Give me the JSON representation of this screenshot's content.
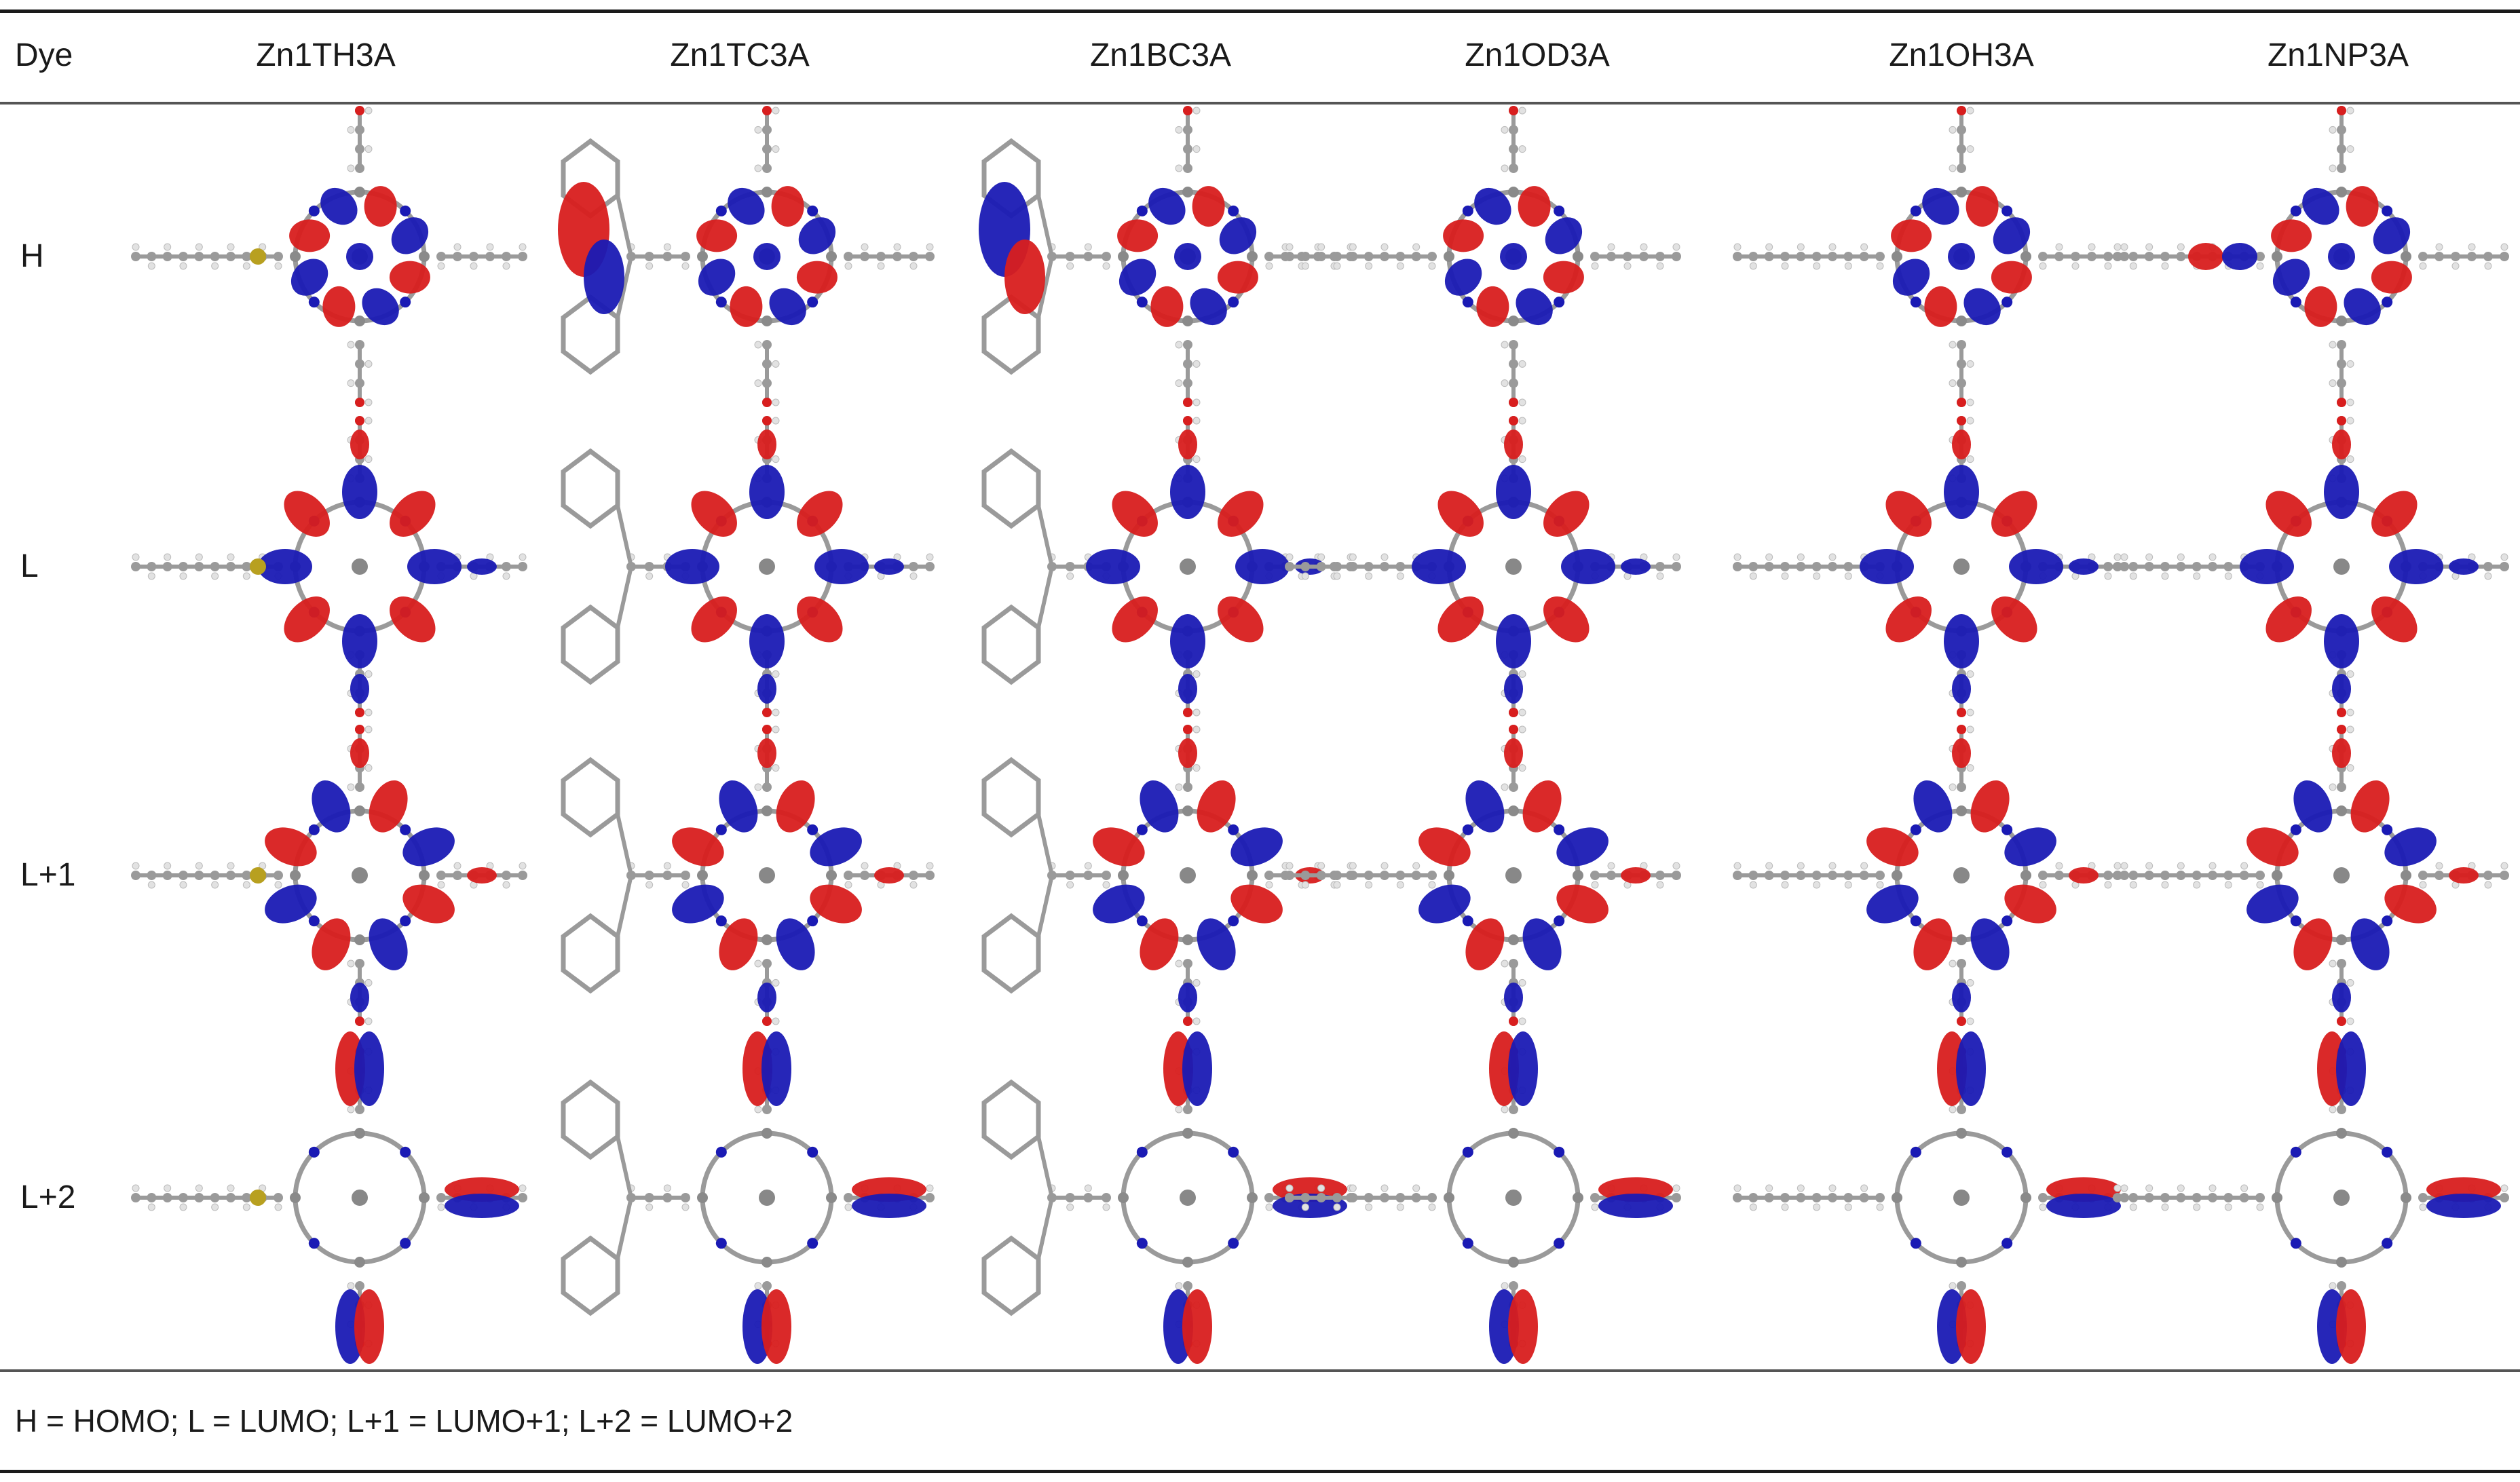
{
  "table": {
    "corner_header": "Dye",
    "columns": [
      "Zn1TH3A",
      "Zn1TC3A",
      "Zn1BC3A",
      "Zn1OD3A",
      "Zn1OH3A",
      "Zn1NP3A"
    ],
    "rows": [
      "H",
      "L",
      "L+1",
      "L+2"
    ],
    "footnote": "H = HOMO; L = LUMO; L+1 = LUMO+1; L+2 = LUMO+2"
  },
  "colors": {
    "lobe_positive": "#d81e1e",
    "lobe_negative": "#1a1ab4",
    "bond": "#9a9a9a",
    "atom_hydrogen": "#e2e2e2",
    "atom_sulfur": "#b8a020"
  }
}
